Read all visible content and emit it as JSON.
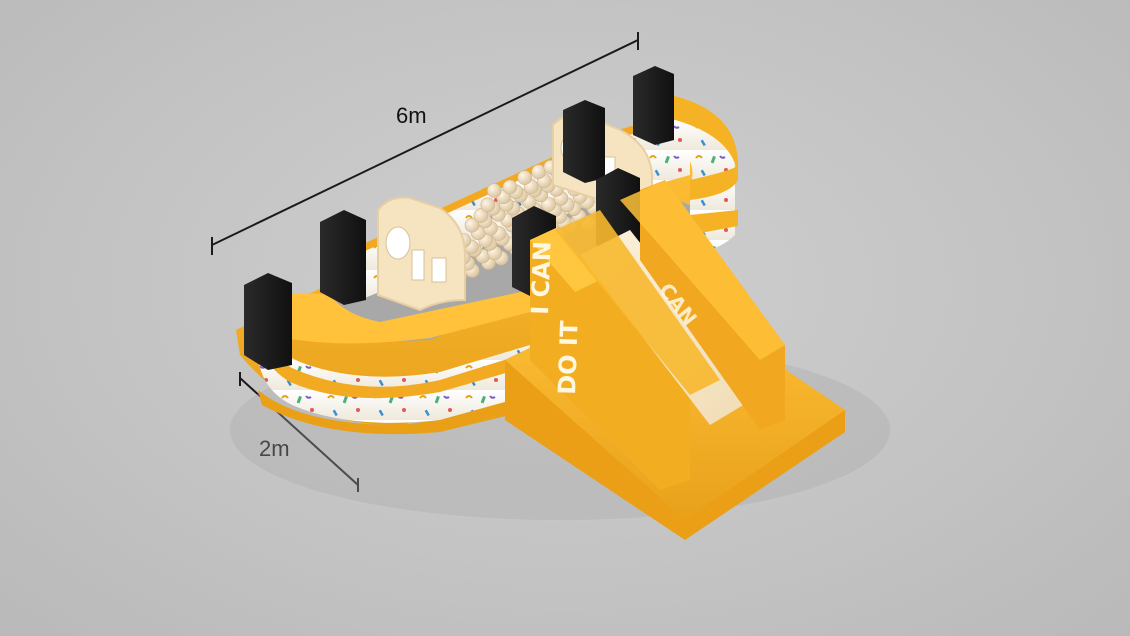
{
  "dimensions": {
    "length_label": "6m",
    "width_label": "2m"
  },
  "slide": {
    "slogan_line1": "I CAN",
    "slogan_line2": "DO IT",
    "back_text": "CAN"
  },
  "colors": {
    "background": "#c6c6c6",
    "accent_orange": "#f5b224",
    "accent_orange_dark": "#e19a12",
    "panel_white": "#fbf7ee",
    "cream": "#f6e3bf",
    "post_black": "#1c1c1c",
    "ball": "#ead8b8"
  }
}
